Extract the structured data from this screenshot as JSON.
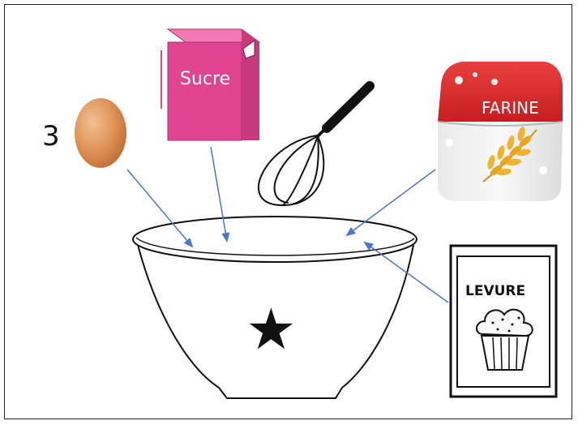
{
  "egg": {
    "count": "3"
  },
  "sugar": {
    "label": "Sucre",
    "color": "#e0458f"
  },
  "flour": {
    "label": "FARINE",
    "color": "#d8262a"
  },
  "yeast": {
    "label": "LEVURE"
  },
  "bowl": {
    "symbol": "★"
  },
  "colors": {
    "arrow": "#4a78c8",
    "egg": "#d88a4e",
    "wheat": "#e7a521",
    "ink": "#111111"
  }
}
